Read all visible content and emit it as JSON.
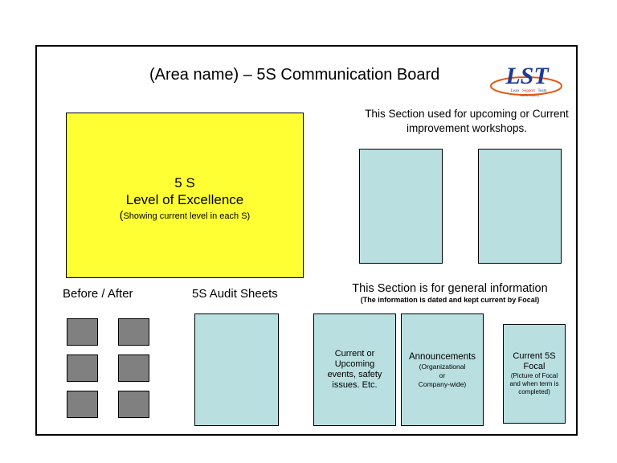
{
  "board": {
    "title": "(Area name) – 5S Communication Board",
    "logo": {
      "text": "LST",
      "subtitle_1": "Lean",
      "subtitle_2": "Support",
      "subtitle_3": "Team",
      "tagline": "Vallecaliz Industries",
      "colors": {
        "letters": "#1f3a93",
        "ring": "#e25a14",
        "support": "#e0201b"
      }
    },
    "excellence": {
      "line1": "5 S",
      "line2": "Level of Excellence",
      "line3_big": "(",
      "line3_small": "Showing current level in each S)",
      "color": "#ffff33"
    },
    "workshops_note": "This Section used for upcoming or Current improvement workshops.",
    "before_after_label": "Before / After",
    "audit_label": "5S Audit Sheets",
    "general": {
      "heading": "This Section is for general information",
      "subheading": "(The information is dated and kept current by Focal)"
    },
    "boxes": {
      "current": [
        "Current or",
        "Upcoming",
        "events, safety",
        "issues. Etc."
      ],
      "announcements": {
        "title": "Announcements",
        "lines": [
          "(Organizational",
          "or",
          "Company-wide)"
        ]
      },
      "focal": {
        "title": [
          "Current 5S",
          "Focal"
        ],
        "lines": [
          "(Picture of Focal",
          "and when term is",
          "completed)"
        ]
      }
    },
    "colors": {
      "panel": "#b9dfe1",
      "photo": "#808080"
    }
  }
}
